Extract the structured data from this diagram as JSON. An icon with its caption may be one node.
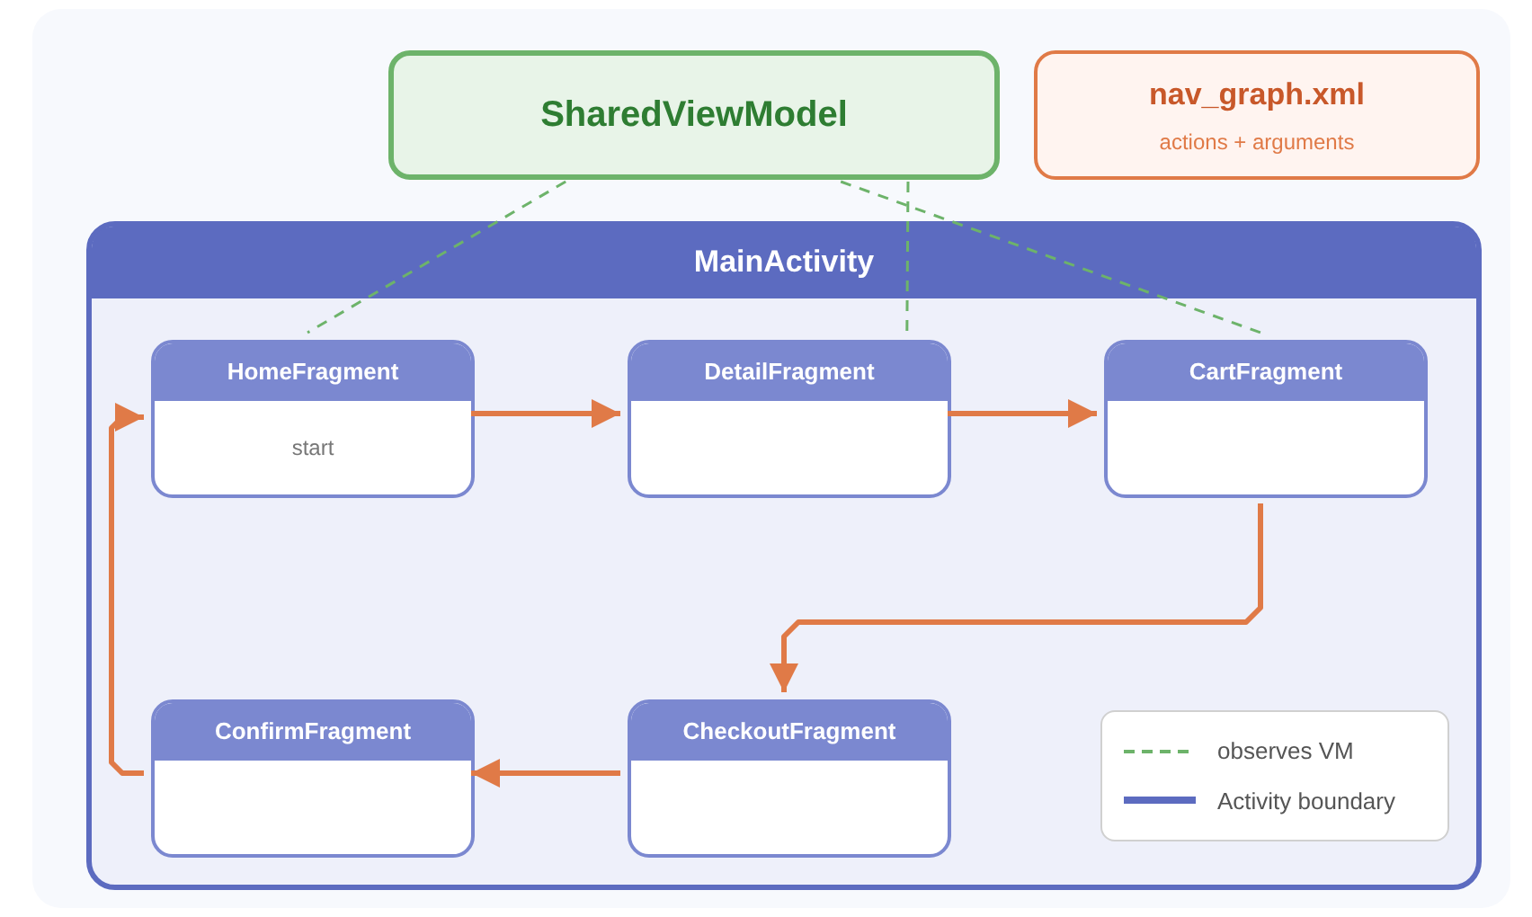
{
  "diagram": {
    "nodes": [
      {
        "text": [
          "SharedViewModel"
        ]
      },
      {
        "text": [
          "nav_graph.xml",
          "actions + arguments"
        ]
      },
      {
        "text": [
          "MainActivity"
        ]
      },
      {
        "text": [
          "HomeFragment",
          "start"
        ],
        "in": 2
      },
      {
        "text": [
          "DetailFragment"
        ],
        "in": 2
      },
      {
        "text": [
          "CartFragment"
        ],
        "in": 2
      },
      {
        "text": [
          "ConfirmFragment"
        ],
        "in": 2
      },
      {
        "text": [
          "CheckoutFragment"
        ],
        "in": 2
      }
    ],
    "edges": [
      {
        "from": 0,
        "to": 3,
        "arrow": "none",
        "style": "dashed",
        "color": "#6db36a"
      },
      {
        "from": 0,
        "to": 4,
        "arrow": "none",
        "style": "dashed",
        "color": "#6db36a"
      },
      {
        "from": 0,
        "to": 5,
        "arrow": "none",
        "style": "dashed",
        "color": "#6db36a"
      },
      {
        "from": 3,
        "to": 4,
        "arrow": "to"
      },
      {
        "from": 4,
        "to": 5,
        "arrow": "to"
      },
      {
        "from": 5,
        "to": 7,
        "arrow": "to"
      },
      {
        "from": 7,
        "to": 6,
        "arrow": "to"
      },
      {
        "from": 6,
        "to": 3,
        "arrow": "to"
      }
    ],
    "legend": [
      {
        "text": "observes VM"
      },
      {
        "text": "Activity boundary"
      }
    ]
  }
}
